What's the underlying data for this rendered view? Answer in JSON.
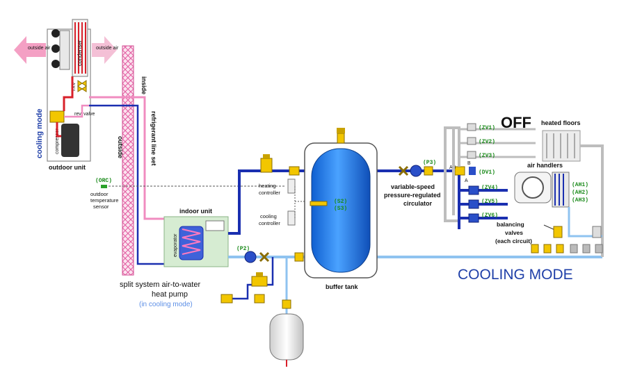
{
  "colors": {
    "hot_refrigerant": "#d8202a",
    "refrigerant_line": "#f08cc0",
    "supply_water": "#1a2fb0",
    "return_water": "#8fc3f0",
    "off_pipe": "#bdbdbd",
    "tank_fill": "#1b7ef0",
    "zone_label": "#1a8a1a",
    "mode_text": "#1f3fa8"
  },
  "outdoor": {
    "side_label": "cooling mode",
    "unit_label": "outdoor unit",
    "air_left": "outside air",
    "air_right": "outside air",
    "condenser": "condenser",
    "compressor": "compressor",
    "txv": "TXV",
    "rev_valve": "rev. valve"
  },
  "wall": {
    "inside": "inside",
    "outside": "outside",
    "line_set": "refrigerant line set"
  },
  "sensor": {
    "tag": "(ORC)",
    "label_line1": "outdoor",
    "label_line2": "temperature",
    "label_line3": "sensor"
  },
  "indoor": {
    "unit_label": "indoor unit",
    "evaporator": "evaporator",
    "caption_line1": "split system air-to-water",
    "caption_line2": "heat pump",
    "caption_line3": "(in cooling mode)"
  },
  "controllers": {
    "heating_line1": "heating",
    "heating_line2": "controller",
    "cooling_line1": "cooling",
    "cooling_line2": "controller"
  },
  "tank": {
    "label": "buffer tank",
    "sensor1": "(S2)",
    "sensor2": "(S3)"
  },
  "pumps": {
    "p2": "(P2)",
    "p3": "(P3)",
    "p3_line1": "variable-speed",
    "p3_line2": "pressure-regulated",
    "p3_line3": "circulator"
  },
  "diverter": {
    "tag": "(DV1)",
    "port_ab": "AB",
    "port_a": "A",
    "port_b": "B"
  },
  "heating": {
    "status": "OFF",
    "floors_label": "heated floors",
    "zones": [
      "(ZV1)",
      "(ZV2)",
      "(ZV3)"
    ]
  },
  "cooling": {
    "handlers_label": "air handlers",
    "handlers": [
      "(AH1)",
      "(AH2)",
      "(AH3)"
    ],
    "zones": [
      "(ZV4)",
      "(ZV5)",
      "(ZV6)"
    ],
    "balancing_line1": "balancing",
    "balancing_line2": "valves",
    "balancing_line3": "(each circuit)",
    "mode_title": "COOLING MODE"
  }
}
